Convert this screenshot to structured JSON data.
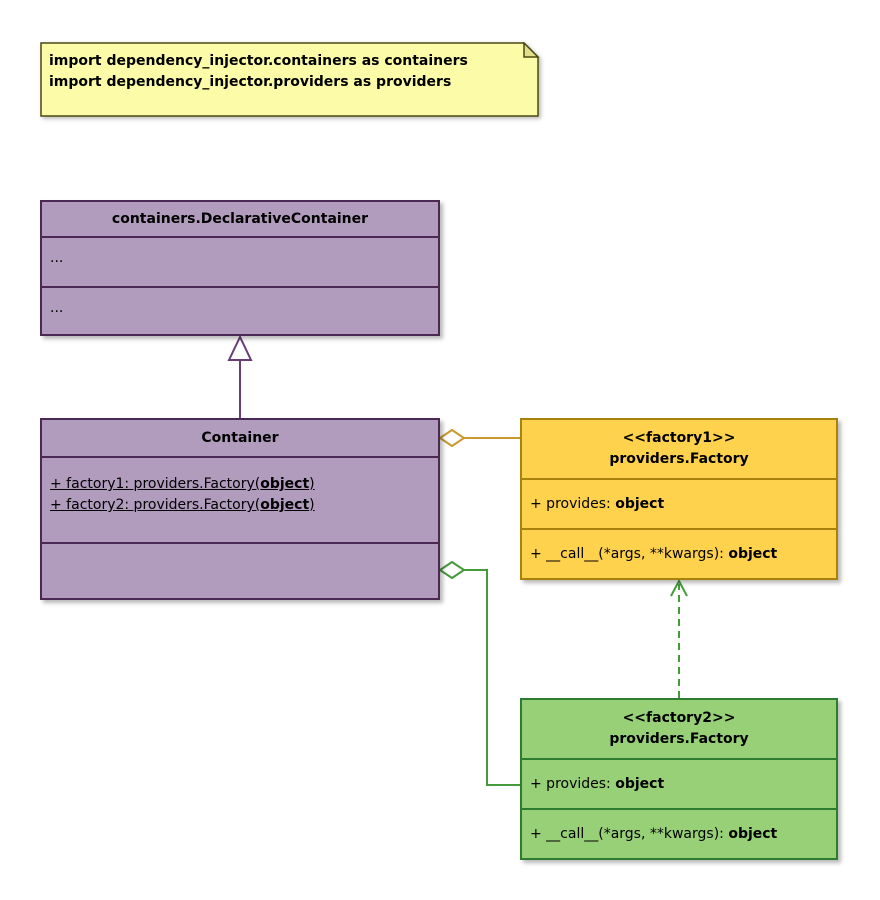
{
  "note": {
    "lines": [
      "import dependency_injector.containers as containers",
      "import dependency_injector.providers as providers"
    ]
  },
  "classes": {
    "declarative_container": {
      "title": "containers.DeclarativeContainer",
      "sections": [
        "...",
        "..."
      ]
    },
    "container": {
      "title": "Container",
      "members": [
        {
          "prefix": "+ factory1: providers.Factory(",
          "bold": "object",
          "suffix": ")"
        },
        {
          "prefix": "+ factory2: providers.Factory(",
          "bold": "object",
          "suffix": ")"
        }
      ]
    },
    "factory1": {
      "stereotype": "<<factory1>>",
      "title": "providers.Factory",
      "provides": {
        "prefix": "+ provides: ",
        "bold": "object"
      },
      "call": {
        "prefix": "+ __call__(*args, **kwargs): ",
        "bold": "object"
      }
    },
    "factory2": {
      "stereotype": "<<factory2>>",
      "title": "providers.Factory",
      "provides": {
        "prefix": "+ provides: ",
        "bold": "object"
      },
      "call": {
        "prefix": "+ __call__(*args, **kwargs): ",
        "bold": "object"
      }
    }
  },
  "colors": {
    "purple_fill": "#B19CBE",
    "purple_border": "#4A2A55",
    "gold_fill": "#FFD24D",
    "gold_border": "#A8820B",
    "green_fill": "#97D077",
    "green_border": "#2E7D2E",
    "note_fill": "#FCFCA8",
    "orange_connector": "#C89A2E",
    "green_connector": "#459A3C",
    "purple_connector": "#6A3D78"
  }
}
